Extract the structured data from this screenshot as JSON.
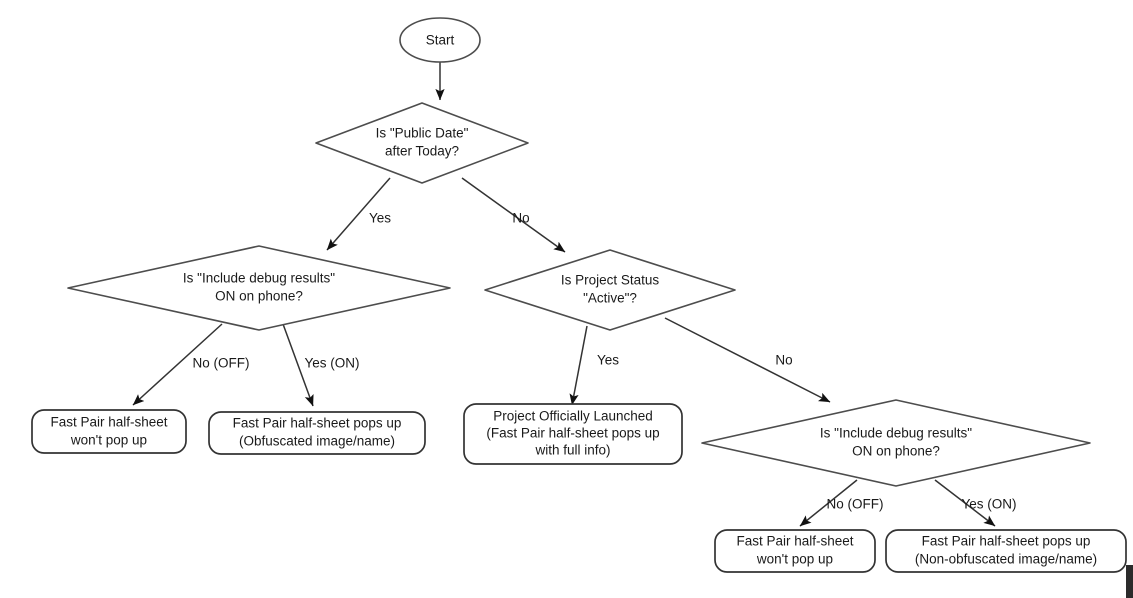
{
  "diagram": {
    "title": "Fast Pair half-sheet visibility decision flow",
    "type": "flowchart",
    "stroke_color": "#333333",
    "shape_stroke_color": "#4d4d4d",
    "fill_color": "#ffffff",
    "text_color": "#1a1a1a",
    "background": "#ffffff"
  },
  "nodes": {
    "start": {
      "label": "Start",
      "shape": "ellipse"
    },
    "decision_public_date": {
      "shape": "diamond",
      "line1": "Is \"Public Date\"",
      "line2": "after Today?"
    },
    "decision_debug_left": {
      "shape": "diamond",
      "line1": "Is \"Include debug results\"",
      "line2": "ON on phone?"
    },
    "decision_project_status": {
      "shape": "diamond",
      "line1": "Is Project Status",
      "line2": "\"Active\"?"
    },
    "decision_debug_right": {
      "shape": "diamond",
      "line1": "Is \"Include debug results\"",
      "line2": "ON on phone?"
    },
    "result_left_no": {
      "shape": "rounded-rect",
      "line1": "Fast Pair half-sheet",
      "line2": "won't pop up"
    },
    "result_left_yes": {
      "shape": "rounded-rect",
      "line1": "Fast Pair half-sheet pops up",
      "line2": "(Obfuscated image/name)"
    },
    "result_launched": {
      "shape": "rounded-rect",
      "line1": "Project Officially Launched",
      "line2": "(Fast Pair half-sheet pops up",
      "line3": "with full info)"
    },
    "result_right_no": {
      "shape": "rounded-rect",
      "line1": "Fast Pair half-sheet",
      "line2": "won't pop up"
    },
    "result_right_yes": {
      "shape": "rounded-rect",
      "line1": "Fast Pair half-sheet pops up",
      "line2": "(Non-obfuscated image/name)"
    }
  },
  "edge_labels": {
    "public_date_yes": "Yes",
    "public_date_no": "No",
    "debug_left_no": "No (OFF)",
    "debug_left_yes": "Yes (ON)",
    "project_status_yes": "Yes",
    "project_status_no": "No",
    "debug_right_no": "No (OFF)",
    "debug_right_yes": "Yes (ON)"
  }
}
